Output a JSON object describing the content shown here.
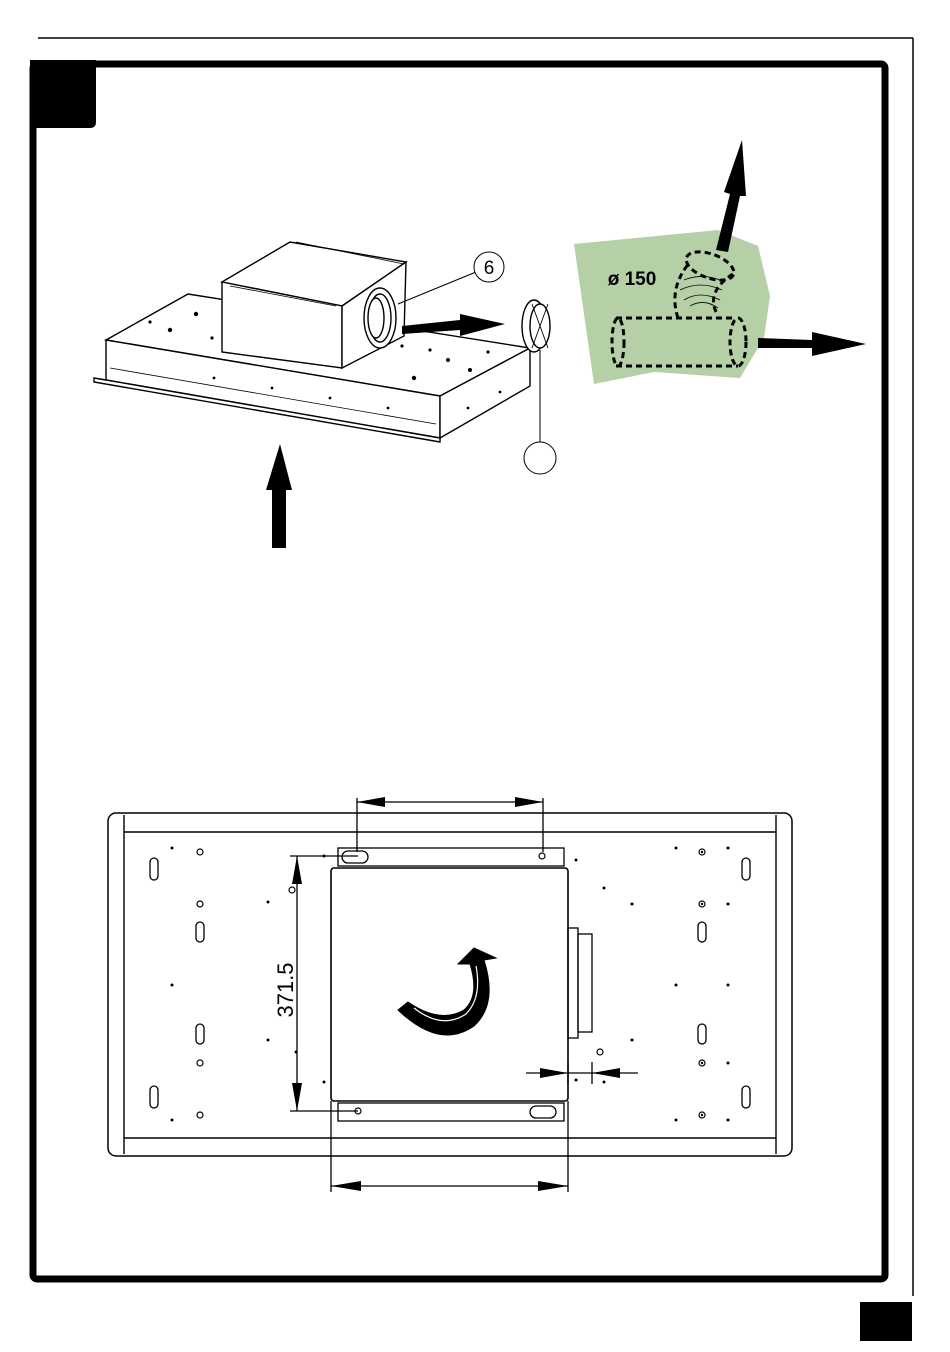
{
  "callouts": {
    "part_number": "6"
  },
  "duct": {
    "diameter_label": "ø 150",
    "panel_color": "#b5cfa6"
  },
  "dimensions": {
    "vertical_label": "371.5"
  },
  "colors": {
    "ink": "#000000",
    "panel": "#b5cfa6",
    "paper": "#ffffff"
  }
}
